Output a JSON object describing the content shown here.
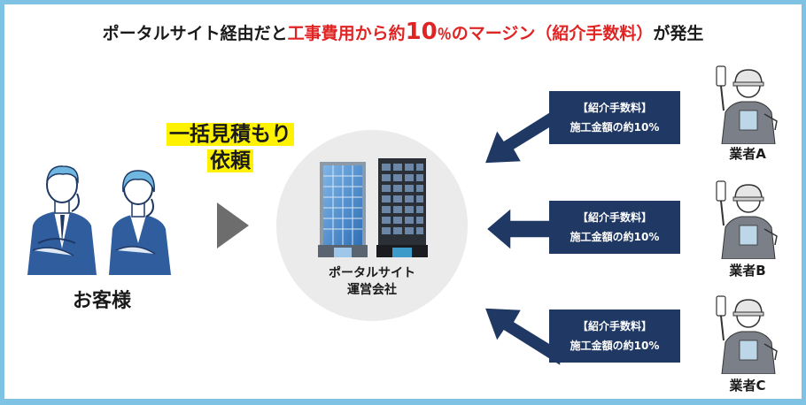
{
  "title": {
    "part1": "ポータルサイト経由だと",
    "part2": "工事費用から約",
    "number": "10",
    "percent": "％",
    "part3": "のマージン（紹介手数料）",
    "part4": "が発生"
  },
  "request_label": [
    "一括見積もり",
    "依頼"
  ],
  "customer_label": "お客様",
  "portal_label": [
    "ポータルサイト",
    "運営会社"
  ],
  "fees": [
    {
      "line1": "【紹介手数料】",
      "line2": "施工金額の約10%"
    },
    {
      "line1": "【紹介手数料】",
      "line2": "施工金額の約10%"
    },
    {
      "line1": "【紹介手数料】",
      "line2": "施工金額の約10%"
    }
  ],
  "vendors": [
    "業者A",
    "業者B",
    "業者C"
  ],
  "colors": {
    "navy": "#1f3864",
    "red": "#e02424",
    "highlight": "#fff200",
    "border": "#7ec3e3"
  }
}
